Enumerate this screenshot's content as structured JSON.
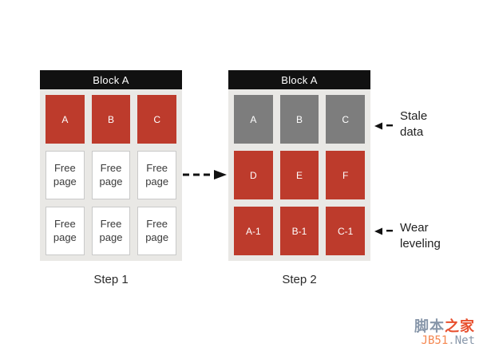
{
  "blocks": [
    {
      "title": "Block A",
      "step_label": "Step 1",
      "cells": [
        {
          "label": "A",
          "type": "used"
        },
        {
          "label": "B",
          "type": "used"
        },
        {
          "label": "C",
          "type": "used"
        },
        {
          "label": "Free page",
          "type": "free"
        },
        {
          "label": "Free page",
          "type": "free"
        },
        {
          "label": "Free page",
          "type": "free"
        },
        {
          "label": "Free page",
          "type": "free"
        },
        {
          "label": "Free page",
          "type": "free"
        },
        {
          "label": "Free page",
          "type": "free"
        }
      ]
    },
    {
      "title": "Block A",
      "step_label": "Step 2",
      "cells": [
        {
          "label": "A",
          "type": "stale"
        },
        {
          "label": "B",
          "type": "stale"
        },
        {
          "label": "C",
          "type": "stale"
        },
        {
          "label": "D",
          "type": "used"
        },
        {
          "label": "E",
          "type": "used"
        },
        {
          "label": "F",
          "type": "used"
        },
        {
          "label": "A-1",
          "type": "used"
        },
        {
          "label": "B-1",
          "type": "used"
        },
        {
          "label": "C-1",
          "type": "used"
        }
      ]
    }
  ],
  "annotations": {
    "stale": {
      "line1": "Stale",
      "line2": "data"
    },
    "wear": {
      "line1": "Wear",
      "line2": "leveling"
    }
  },
  "watermark": {
    "cn_gray": "脚本",
    "cn_red": "之家",
    "en_orange": "JB51",
    "en_dot": ".",
    "en_gray": "Net"
  },
  "colors": {
    "used_cell": "#bd3b2c",
    "stale_cell": "#7d7d7d",
    "block_header": "#111111",
    "block_body": "#e9e8e5",
    "free_cell_border": "#c9c9c9",
    "arrow": "#111111"
  }
}
